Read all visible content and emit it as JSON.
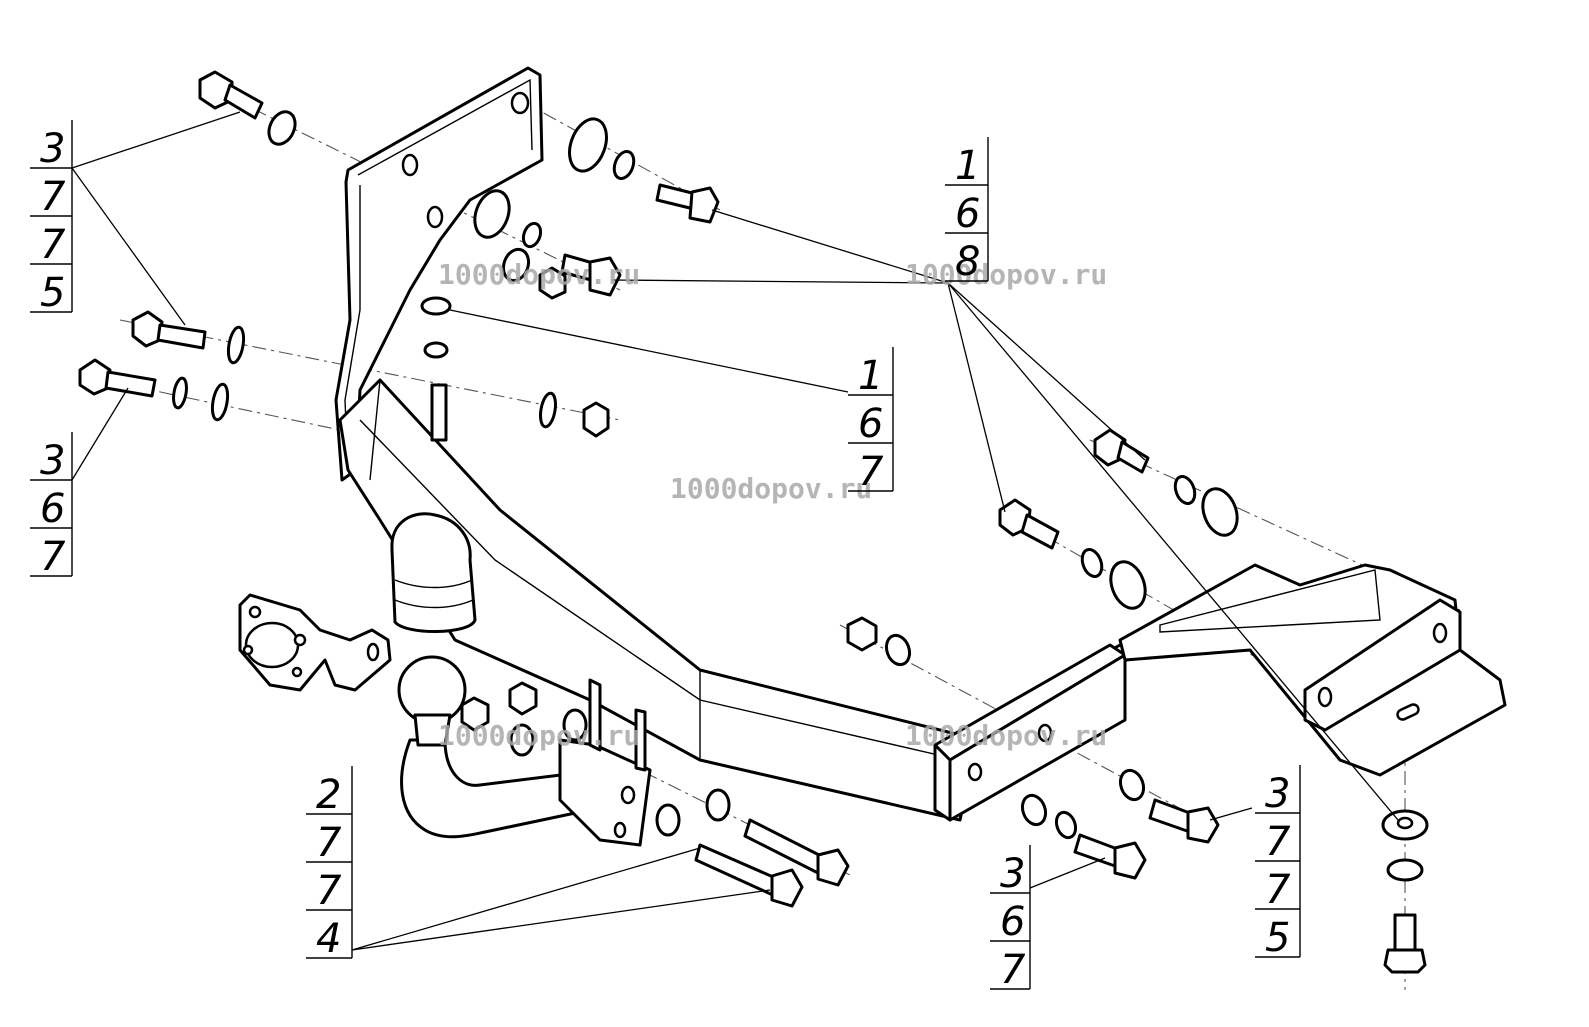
{
  "watermark": "1000dopov.ru",
  "callouts": [
    {
      "id": "callout-top-left-bolts",
      "values": [
        "3",
        "7",
        "7",
        "5"
      ]
    },
    {
      "id": "callout-left-bolts",
      "values": [
        "3",
        "6",
        "7"
      ]
    },
    {
      "id": "callout-top-center-bolts",
      "values": [
        "1",
        "6",
        "8"
      ]
    },
    {
      "id": "callout-center-nut",
      "values": [
        "1",
        "6",
        "7"
      ]
    },
    {
      "id": "callout-tow-ball",
      "values": [
        "2",
        "7",
        "7",
        "4"
      ]
    },
    {
      "id": "callout-bottom-center-bolts",
      "values": [
        "3",
        "6",
        "7"
      ]
    },
    {
      "id": "callout-bottom-right-bolts",
      "values": [
        "3",
        "7",
        "7",
        "5"
      ]
    }
  ]
}
